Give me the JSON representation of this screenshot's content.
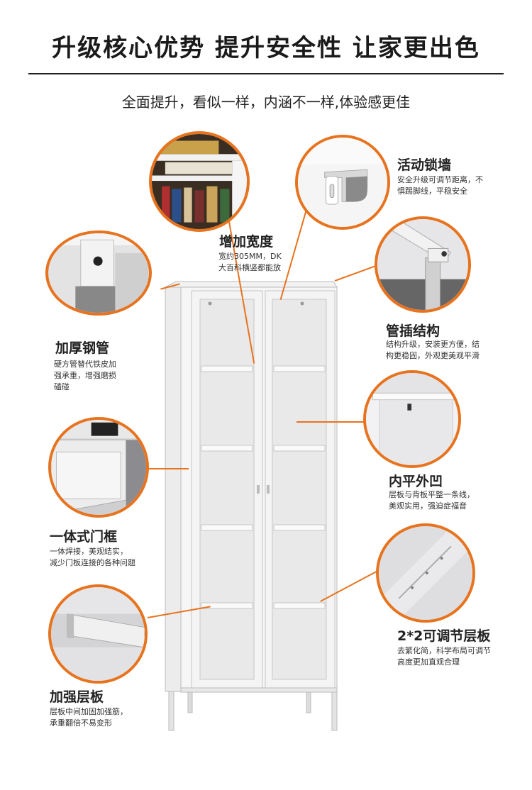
{
  "header": {
    "title": "升级核心优势 提升安全性 让家更出色",
    "subtitle": "全面提升，看似一样，内涵不一样,体验感更佳"
  },
  "accent_color": "#e8731e",
  "features": [
    {
      "id": "width",
      "title": "增加宽度",
      "lines": [
        "宽约305MM，DK",
        "大百科横竖都能放"
      ],
      "icon": "bookshelf-photo"
    },
    {
      "id": "lock",
      "title": "活动锁墙",
      "lines": [
        "安全升级可调节距离，不",
        "惧踢脚线，平稳安全"
      ],
      "icon": "wall-bracket-photo"
    },
    {
      "id": "tube",
      "title": "加厚钢管",
      "lines": [
        "硬方管替代铁皮加",
        "强承重，增强磨损",
        "磕碰"
      ],
      "icon": "steel-tube-photo"
    },
    {
      "id": "joint",
      "title": "管插结构",
      "lines": [
        "结构升级，安装更方便，结",
        "构更稳固，外观更美观平滑"
      ],
      "icon": "leg-joint-photo"
    },
    {
      "id": "flush",
      "title": "内平外凹",
      "lines": [
        "层板与背板平整一条线，",
        "美观实用，强迫症福音"
      ],
      "icon": "shelf-back-photo"
    },
    {
      "id": "frame",
      "title": "一体式门框",
      "lines": [
        "一体焊接，美观结实，",
        "减少门板连接的各种问题"
      ],
      "icon": "door-frame-photo"
    },
    {
      "id": "adjust",
      "title": "2*2可调节层板",
      "lines": [
        "去繁化简，科学布局可调节",
        "高度更加直观合理"
      ],
      "icon": "shelf-slot-photo"
    },
    {
      "id": "reinforce",
      "title": "加强层板",
      "lines": [
        "层板中间加固加强筋，",
        "承重翻倍不易变形"
      ],
      "icon": "shelf-rib-photo"
    }
  ]
}
